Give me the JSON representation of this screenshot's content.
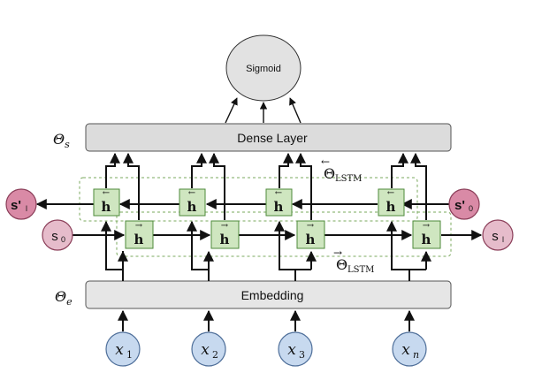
{
  "output": {
    "label": "Sigmoid"
  },
  "dense": {
    "label": "Dense Layer",
    "theta_symbol": "Θ",
    "theta_sub": "s"
  },
  "embedding": {
    "label": "Embedding",
    "theta_symbol": "Θ",
    "theta_sub": "e"
  },
  "backward_lstm": {
    "theta_symbol": "Θ",
    "arrow": "←",
    "sub": "LSTM"
  },
  "forward_lstm": {
    "theta_symbol": "Θ",
    "arrow": "→",
    "sub": "LSTM"
  },
  "cell": {
    "letter": "h",
    "backward_arrow": "←",
    "forward_arrow": "→"
  },
  "states": {
    "s_prime_l": {
      "base": "s'",
      "sub": "l"
    },
    "s_prime_0": {
      "base": "s'",
      "sub": "0"
    },
    "s_0": {
      "base": "s",
      "sub": "0"
    },
    "s_l": {
      "base": "s",
      "sub": "l"
    }
  },
  "inputs": [
    {
      "base": "x",
      "sub": "1"
    },
    {
      "base": "x",
      "sub": "2"
    },
    {
      "base": "x",
      "sub": "3"
    },
    {
      "base": "x",
      "sub": "n"
    }
  ],
  "colors": {
    "cell_fill": "#cfe6c0",
    "cell_stroke": "#4e8a3a",
    "dashed_box": "#7aa85c",
    "state_fill": "#d98aa6",
    "state_stroke": "#8a3d58",
    "input_fill": "#c7d9ef",
    "input_stroke": "#4f6f9a",
    "layer_fill": "#dcdcdc",
    "embedding_fill": "#e6e6e6",
    "sigmoid_fill": "#e2e2e2"
  }
}
